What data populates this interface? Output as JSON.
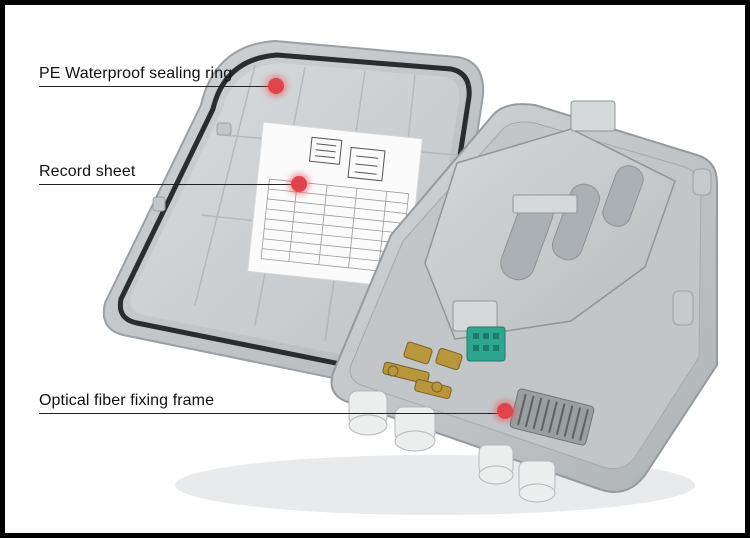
{
  "callouts": [
    {
      "id": "sealing-ring",
      "label": "PE Waterproof sealing ring"
    },
    {
      "id": "record-sheet",
      "label": "Record sheet"
    },
    {
      "id": "fixing-frame",
      "label": "Optical fiber fixing frame"
    }
  ],
  "colors": {
    "background": "#ffffff",
    "border": "#000000",
    "callout_dot": "#e0444a",
    "enclosure_body": "#c9cdcf",
    "enclosure_shadow": "#9ea3a6",
    "gasket": "#2a2d30",
    "terminal_block": "#2fa58f",
    "cable_gland": "#eceeee"
  }
}
